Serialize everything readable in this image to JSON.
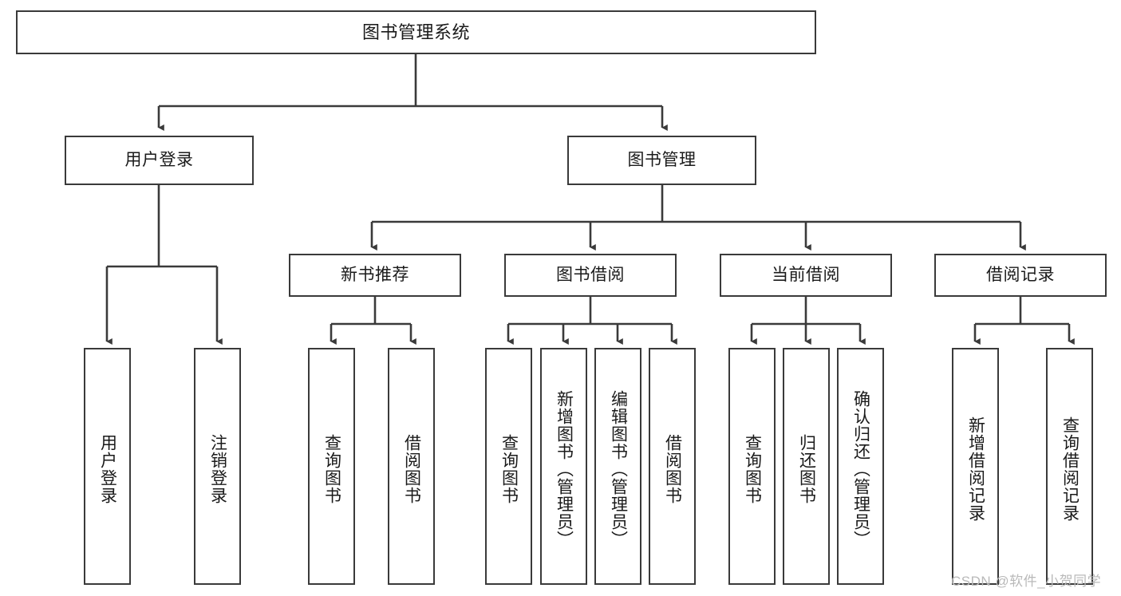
{
  "diagram": {
    "title": "图书管理系统",
    "type": "功能结构图",
    "root": {
      "label": "图书管理系统"
    },
    "level2": [
      {
        "label": "用户登录"
      },
      {
        "label": "图书管理"
      }
    ],
    "level3": [
      {
        "label": "新书推荐"
      },
      {
        "label": "图书借阅"
      },
      {
        "label": "当前借阅"
      },
      {
        "label": "借阅记录"
      }
    ],
    "leaves": {
      "user_login": [
        {
          "label": "用户登录"
        },
        {
          "label": "注销登录"
        }
      ],
      "new_book_recommend": [
        {
          "label": "查询图书"
        },
        {
          "label": "借阅图书"
        }
      ],
      "book_borrow": [
        {
          "label": "查询图书"
        },
        {
          "label": "新增图书（管理员）"
        },
        {
          "label": "编辑图书（管理员）"
        },
        {
          "label": "借阅图书"
        }
      ],
      "current_borrow": [
        {
          "label": "查询图书"
        },
        {
          "label": "归还图书"
        },
        {
          "label": "确认归还（管理员）"
        }
      ],
      "borrow_record": [
        {
          "label": "新增借阅记录"
        },
        {
          "label": "查询借阅记录"
        }
      ]
    }
  },
  "watermark": {
    "text": "CSDN @软件_小贺同学"
  },
  "colors": {
    "stroke": "#3a3a3a",
    "fill": "#ffffff",
    "text": "#1a1a1a",
    "watermark": "#b9b9b9"
  }
}
